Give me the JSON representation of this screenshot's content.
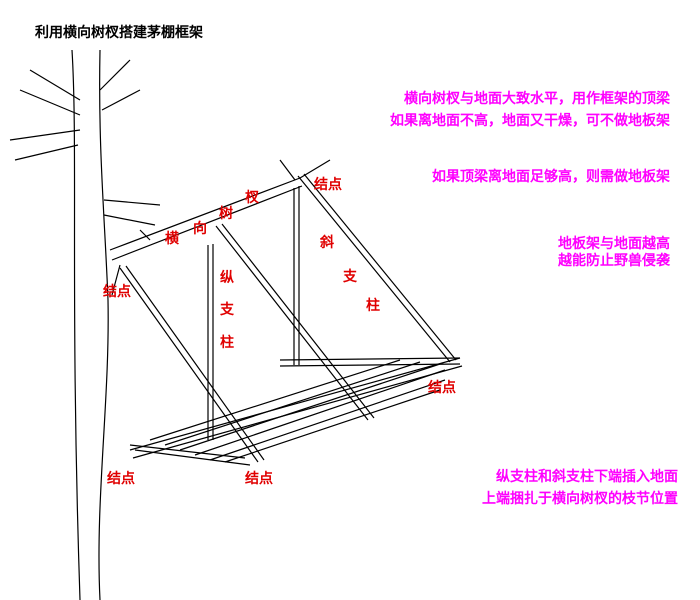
{
  "title": "利用横向树杈搭建茅棚框架",
  "labels": {
    "beam": [
      "横",
      "向",
      "树",
      "杈"
    ],
    "vertical_post": [
      "纵",
      "支",
      "柱"
    ],
    "diagonal_post": [
      "斜",
      "支",
      "柱"
    ],
    "node": "结点"
  },
  "notes": {
    "n1": [
      "横向树杈与地面大致水平，用作框架的顶梁",
      "如果离地面不高，地面又干燥，可不做地板架"
    ],
    "n2": "如果顶梁离地面足够高，则需做地板架",
    "n3": [
      "地板架与地面越高",
      "越能防止野兽侵袭"
    ],
    "n4": [
      "纵支柱和斜支柱下端插入地面",
      "上端捆扎于横向树杈的枝节位置"
    ]
  },
  "colors": {
    "label": "#e00000",
    "note": "#ff00ff",
    "line": "#000000"
  }
}
